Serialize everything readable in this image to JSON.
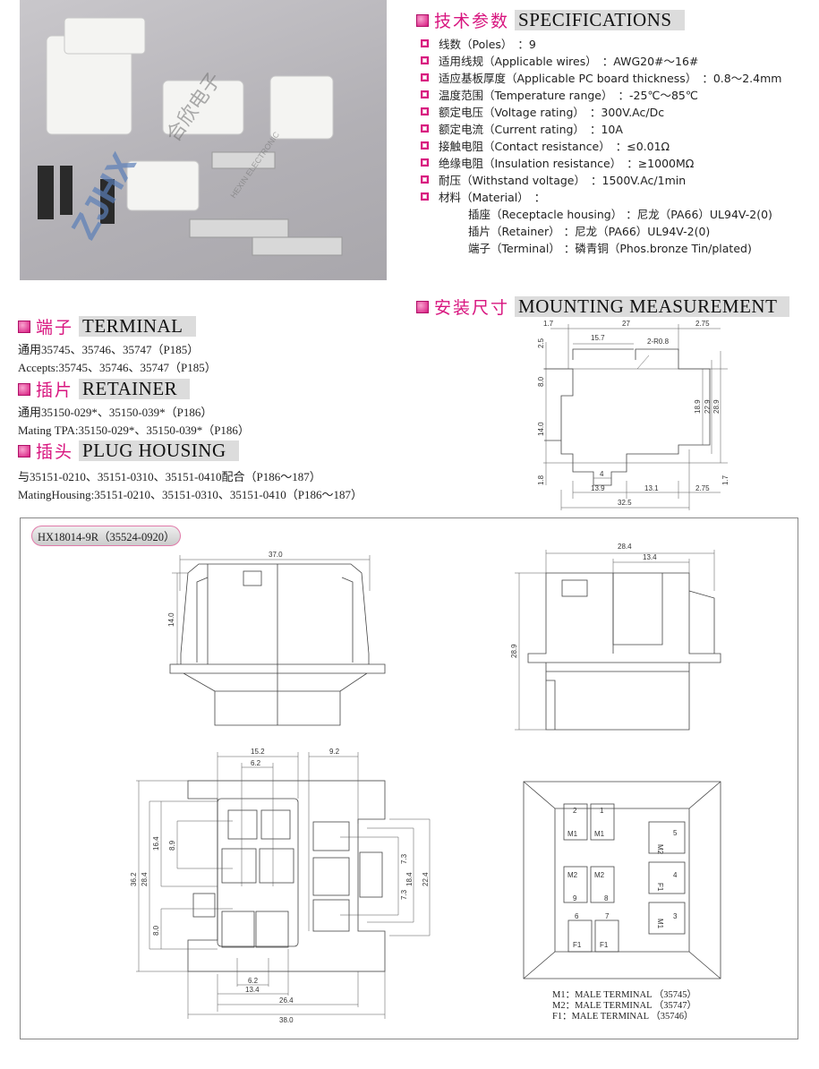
{
  "photo": {
    "watermark_logo": "ZJHX",
    "watermark_cn": "合欣电子",
    "watermark_en": "HEXIN ELECTRONIC"
  },
  "specifications": {
    "title_cn": "技术参数",
    "title_en": "SPECIFICATIONS",
    "items": [
      {
        "label": "线数（Poles）",
        "value": "：9"
      },
      {
        "label": "适用线规（Applicable wires）",
        "value": "：AWG20#～16#"
      },
      {
        "label": "适应基板厚度（Applicable PC board thickness）",
        "value": "：0.8～2.4mm"
      },
      {
        "label": "温度范围（Temperature range）",
        "value": "：-25℃～85℃"
      },
      {
        "label": "额定电压（Voltage rating）",
        "value": "：300V.Ac/Dc"
      },
      {
        "label": "额定电流（Current rating）",
        "value": "：10A"
      },
      {
        "label": "接触电阻（Contact resistance）",
        "value": "：≤0.01Ω"
      },
      {
        "label": "绝缘电阻（Insulation resistance）",
        "value": "：≥1000MΩ"
      },
      {
        "label": "耐压（Withstand voltage）",
        "value": "：1500V.Ac/1min"
      },
      {
        "label": "材料（Material）",
        "value": "："
      }
    ],
    "materials": [
      {
        "label": "插座（Receptacle housing）",
        "value": "：尼龙（PA66）UL94V-2(0)"
      },
      {
        "label": "插片（Retainer）",
        "value": "：尼龙（PA66）UL94V-2(0)"
      },
      {
        "label": "端子（Terminal）",
        "value": "：磷青铜（Phos.bronze Tin/plated)"
      }
    ]
  },
  "terminal": {
    "title_cn": "端子",
    "title_en": "TERMINAL",
    "lines": [
      "通用35745、35746、35747（P185）",
      "Accepts:35745、35746、35747（P185）"
    ]
  },
  "retainer": {
    "title_cn": "插片",
    "title_en": "RETAINER",
    "lines": [
      "通用35150-029*、35150-039*（P186）",
      "Mating TPA:35150-029*、35150-039*（P186）"
    ]
  },
  "plug": {
    "title_cn": "插头",
    "title_en": "PLUG HOUSING",
    "lines": [
      "与35151-0210、35151-0310、35151-0410配合（P186～187）",
      "MatingHousing:35151-0210、35151-0310、35151-0410（P186～187）"
    ]
  },
  "mounting": {
    "title_cn": "安装尺寸",
    "title_en": "MOUNTING MEASUREMENT",
    "dims": {
      "d1_7a": "1.7",
      "d27": "27",
      "d2_75a": "2.75",
      "d15_7": "15.7",
      "r": "2-R0.8",
      "d2_5": "2.5",
      "d8_0": "8.0",
      "d14_0": "14.0",
      "d1_8": "1.8",
      "d18_9": "18.9",
      "d22_9": "22.9",
      "d28_9": "28.9",
      "d1_7b": "1.7",
      "d4": "4",
      "d13_9": "13.9",
      "d13_1": "13.1",
      "d2_75b": "2.75",
      "d32_5": "32.5"
    }
  },
  "drawing": {
    "part_number": "HX18014-9R（35524-0920）",
    "front": {
      "w": "37.0",
      "h": "14.0"
    },
    "side": {
      "w": "28.4",
      "w2": "13.4",
      "h": "28.9"
    },
    "bottom": {
      "d15_2": "15.2",
      "d6_2a": "6.2",
      "d9_2": "9.2",
      "d36_2": "36.2",
      "d28_4": "28.4",
      "d16_4": "16.4",
      "d8_9": "8.9",
      "d8_0": "8.0",
      "d7_3a": "7.3",
      "d7_3b": "7.3",
      "d18_4": "18.4",
      "d22_4": "22.4",
      "d6_2b": "6.2",
      "d13_4": "13.4",
      "d26_4": "26.4",
      "d38_0": "38.0"
    },
    "pinout": {
      "pins": [
        "2",
        "1",
        "5",
        "4",
        "3",
        "9",
        "8",
        "6",
        "7"
      ],
      "types": [
        "M1",
        "M1",
        "M2",
        "F1",
        "M1",
        "M2",
        "M2",
        "F1",
        "F1"
      ]
    },
    "legend": [
      "M1：MALE TERMINAL （35745）",
      "M2：MALE TERMINAL （35747）",
      "F1：MALE TERMINAL （35746）"
    ]
  }
}
